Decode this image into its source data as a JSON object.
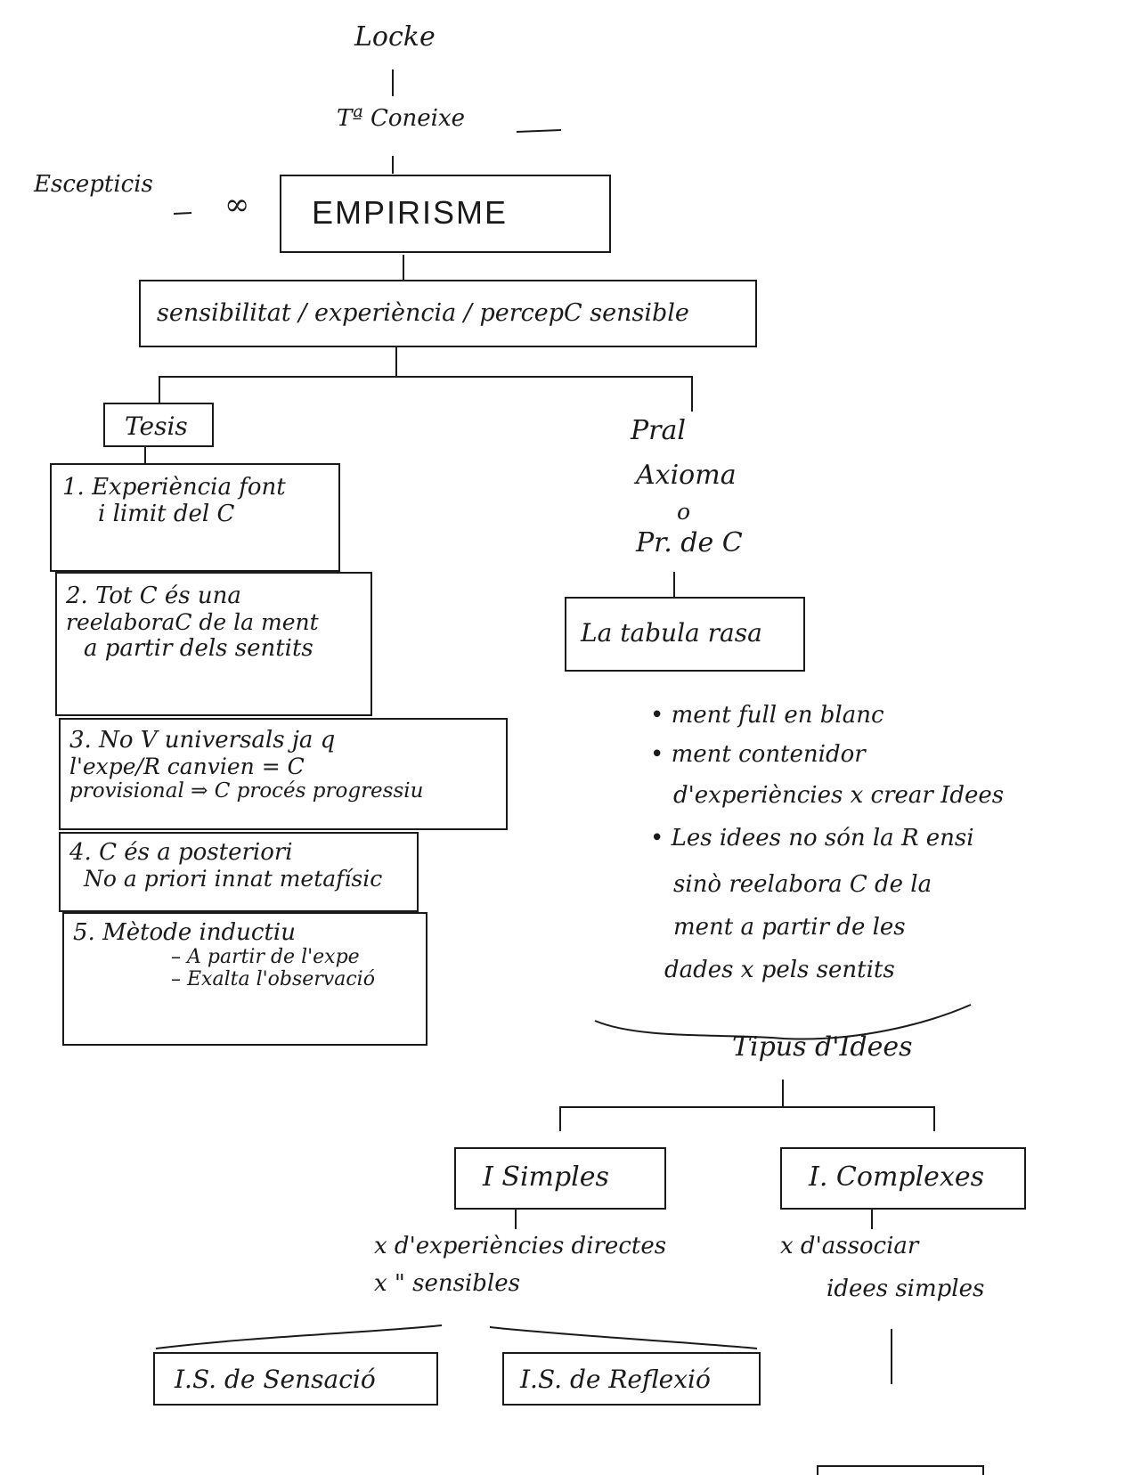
{
  "top": {
    "author": "Locke",
    "theory": "Tª Coneixe",
    "skeptics": "Escepticis",
    "symbol": "∞",
    "main_box": "EMPIRISME",
    "basis_box": "sensibilitat / experiència / percepC sensible"
  },
  "thesis": {
    "title": "Tesis",
    "items": [
      {
        "lines": [
          "1. Experiència font",
          "i limit del C"
        ]
      },
      {
        "lines": [
          "2. Tot C és una",
          "reelaboraC de la ment",
          "a partir dels sentits"
        ]
      },
      {
        "lines": [
          "3. No V universals ja q",
          "l'expe/R canvien = C",
          "provisional ⇒ C procés progressiu"
        ]
      },
      {
        "lines": [
          "4. C és a posteriori",
          "No a priori innat metafísic"
        ]
      },
      {
        "lines": [
          "5. Mètode inductiu"
        ],
        "sub": [
          "– A partir de l'expe",
          "– Exalta l'observació"
        ]
      }
    ]
  },
  "principle": {
    "lines": [
      "Pral",
      "Axioma",
      "o",
      "Pr. de C"
    ],
    "box": "La tabula rasa",
    "bullets": [
      [
        "• ment full en blanc"
      ],
      [
        "• ment contenidor",
        "d'experiències x crear Idees"
      ],
      [
        "• Les idees no són la R ensi",
        "sinò reelabora C de la",
        "ment a partir de les",
        "dades x pels sentits"
      ]
    ]
  },
  "types": {
    "title": "Tipus d'Idees",
    "simple": {
      "box": "I Simples",
      "desc": [
        "x d'experiències directes",
        "x  \"  sensibles"
      ],
      "children": [
        "I.S. de Sensació",
        "I.S. de Reflexió"
      ]
    },
    "complex": {
      "box": "I. Complexes",
      "desc": [
        "x d'associar",
        "idees simples"
      ]
    }
  }
}
